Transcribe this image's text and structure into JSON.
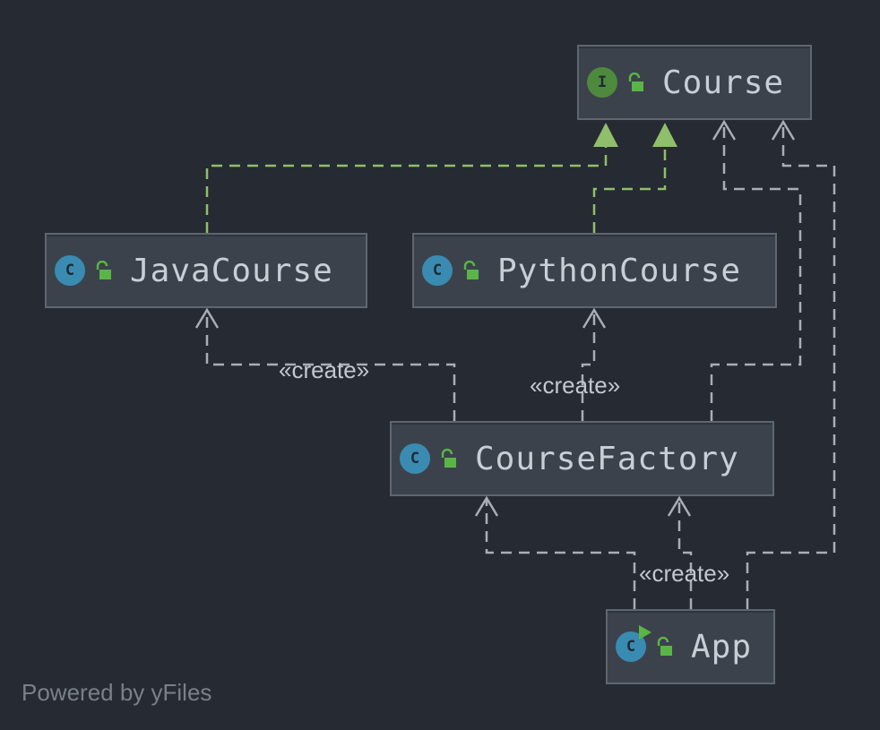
{
  "nodes": {
    "course": {
      "label": "Course",
      "kind_letter": "I",
      "kind": "interface"
    },
    "java_course": {
      "label": "JavaCourse",
      "kind_letter": "C",
      "kind": "class"
    },
    "python_course": {
      "label": "PythonCourse",
      "kind_letter": "C",
      "kind": "class"
    },
    "course_factory": {
      "label": "CourseFactory",
      "kind_letter": "C",
      "kind": "class"
    },
    "app": {
      "label": "App",
      "kind_letter": "C",
      "kind": "runnable-class"
    }
  },
  "edges": {
    "create_java": "«create»",
    "create_python": "«create»",
    "create_factory": "«create»"
  },
  "footer": {
    "powered_by": "Powered by yFiles"
  },
  "colors": {
    "background": "#262a33",
    "node_fill": "#3c424c",
    "node_border": "#5f6671",
    "realization_edge": "#8fbf6a",
    "dependency_edge": "#a9aeb6",
    "class_icon": "#3a8bb1",
    "interface_icon": "#4e8a3e"
  }
}
